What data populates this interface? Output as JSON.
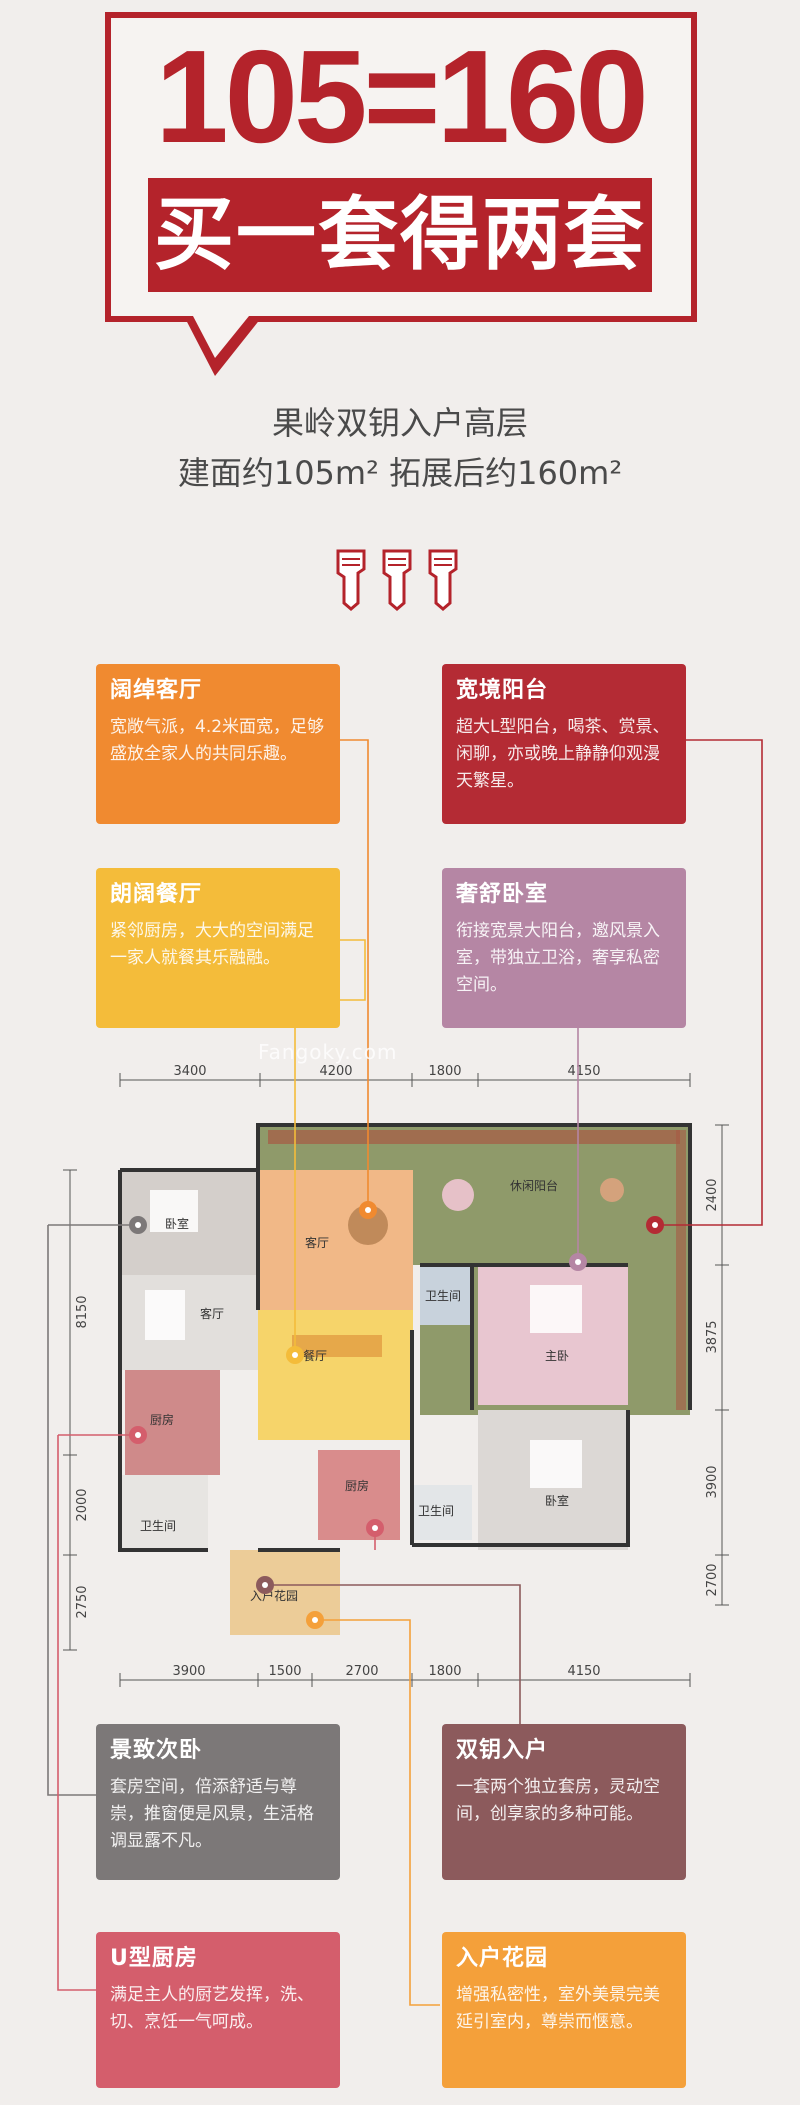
{
  "hero": {
    "equation": "105=160",
    "tagline": "买一套得两套",
    "subtitle_line1": "果岭双钥入户高层",
    "subtitle_line2": "建面约105m² 拓展后约160m²",
    "accent_color": "#b4232b"
  },
  "watermark": "Fangoky.com",
  "cards": {
    "living_room": {
      "title": "阔绰客厅",
      "desc": "宽敞气派，4.2米面宽，足够盛放全家人的共同乐趣。"
    },
    "balcony": {
      "title": "宽境阳台",
      "desc": "超大L型阳台，喝茶、赏景、闲聊，亦或晚上静静仰观漫天繁星。"
    },
    "dining": {
      "title": "朗阔餐厅",
      "desc": "紧邻厨房，大大的空间满足一家人就餐其乐融融。"
    },
    "master_bedroom": {
      "title": "奢舒卧室",
      "desc": "衔接宽景大阳台，邀风景入室，带独立卫浴，奢享私密空间。"
    },
    "second_bedroom": {
      "title": "景致次卧",
      "desc": "套房空间，倍添舒适与尊崇，推窗便是风景，生活格调显露不凡。"
    },
    "double_key": {
      "title": "双钥入户",
      "desc": "一套两个独立套房，灵动空间，创享家的多种可能。"
    },
    "kitchen": {
      "title": "U型厨房",
      "desc": "满足主人的厨艺发挥，洗、切、烹饪一气呵成。"
    },
    "entry_garden": {
      "title": "入户花园",
      "desc": "增强私密性，室外美景完美延引室内，尊崇而惬意。"
    }
  },
  "floorplan": {
    "top_dims": [
      "3400",
      "4200",
      "1800",
      "4150"
    ],
    "bottom_dims": [
      "3900",
      "1500",
      "2700",
      "1800",
      "4150"
    ],
    "left_dims": [
      "8150",
      "2000",
      "2750"
    ],
    "right_dims": [
      "2400",
      "3875",
      "3900",
      "2700"
    ],
    "rooms": {
      "bedroom_a": "卧室",
      "living_a": "客厅",
      "kitchen_a": "厨房",
      "bath_a": "卫生间",
      "living_main": "客厅",
      "dining": "餐厅",
      "kitchen_b": "厨房",
      "bath_b": "卫生间",
      "bath_c": "卫生间",
      "master": "主卧",
      "bedroom_b": "卧室",
      "terrace": "休闲阳台",
      "entry": "入户花园"
    }
  }
}
